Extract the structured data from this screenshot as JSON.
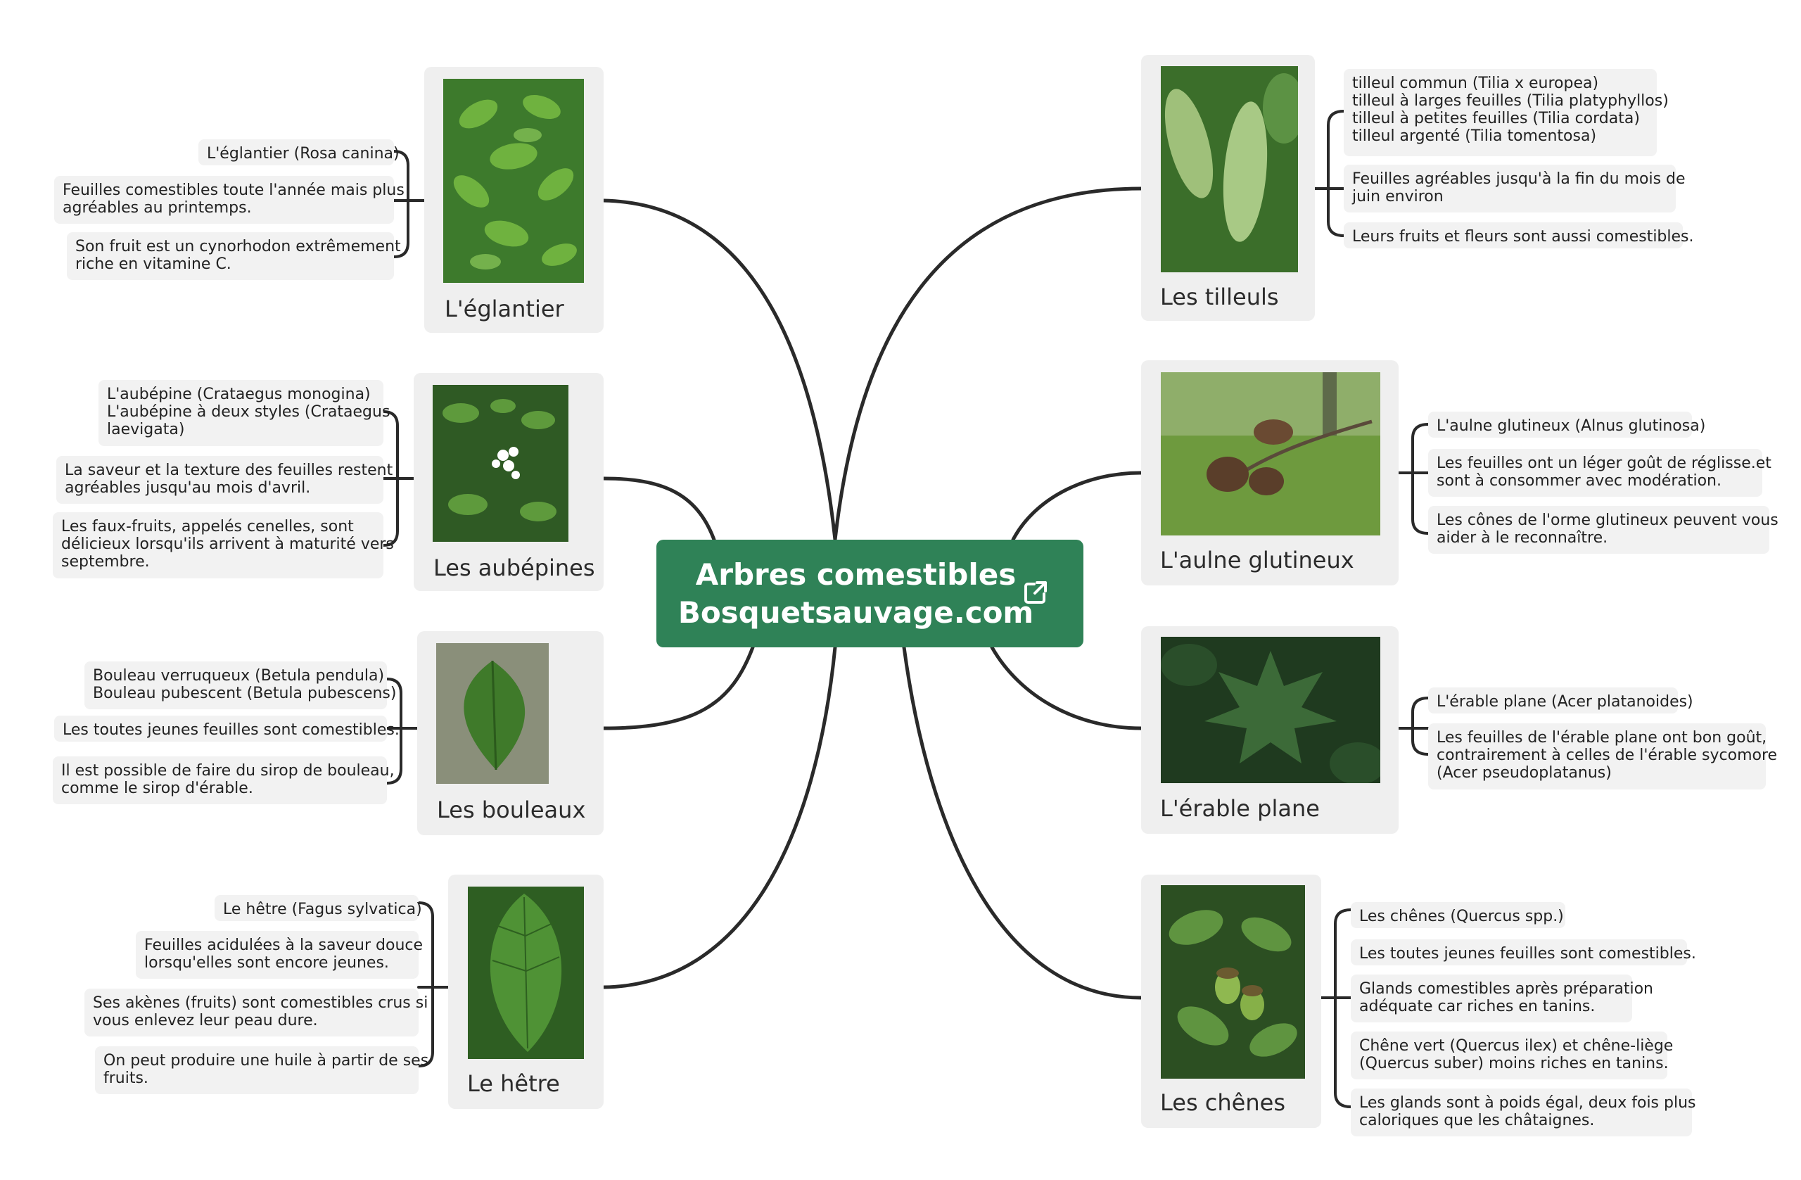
{
  "central": {
    "line1": "Arbres comestibles",
    "line2": "Bosquetsauvage.com",
    "icon": "external-link-icon",
    "color": "#2f8257"
  },
  "topics": {
    "eglantier": {
      "title": "L'églantier",
      "notes": [
        [
          "L'églantier (Rosa canina)"
        ],
        [
          "Feuilles comestibles toute l'année mais plus",
          "agréables au printemps."
        ],
        [
          "Son fruit est un cynorhodon extrêmement",
          "riche en vitamine C."
        ]
      ]
    },
    "aubepines": {
      "title": "Les aubépines",
      "notes": [
        [
          "L'aubépine (Crataegus monogina)",
          "L'aubépine à deux styles (Crataegus",
          "laevigata)"
        ],
        [
          "La saveur et la texture des feuilles restent",
          "agréables jusqu'au mois d'avril."
        ],
        [
          "Les faux-fruits, appelés cenelles, sont",
          "délicieux lorsqu'ils arrivent à maturité vers",
          "septembre."
        ]
      ]
    },
    "bouleaux": {
      "title": "Les bouleaux",
      "notes": [
        [
          "Bouleau verruqueux (Betula pendula)",
          "Bouleau pubescent (Betula pubescens)"
        ],
        [
          "Les toutes jeunes feuilles sont comestibles."
        ],
        [
          "Il est possible de faire du sirop de bouleau,",
          "comme le sirop d'érable."
        ]
      ]
    },
    "hetre": {
      "title": "Le hêtre",
      "notes": [
        [
          "Le hêtre (Fagus sylvatica)"
        ],
        [
          "Feuilles acidulées à la saveur douce",
          "lorsqu'elles sont encore jeunes."
        ],
        [
          "Ses akènes (fruits) sont comestibles crus si",
          "vous enlevez leur peau dure."
        ],
        [
          "On peut produire une huile à partir de ses",
          "fruits."
        ]
      ]
    },
    "tilleuls": {
      "title": "Les tilleuls",
      "notes": [
        [
          "tilleul commun (Tilia x europea)",
          "tilleul à larges feuilles (Tilia platyphyllos)",
          "tilleul à petites feuilles (Tilia cordata)",
          "tilleul argenté (Tilia tomentosa)"
        ],
        [
          "Feuilles agréables jusqu'à la fin du mois de",
          "juin environ"
        ],
        [
          "Leurs fruits et fleurs sont aussi comestibles."
        ]
      ]
    },
    "aulne": {
      "title": "L'aulne glutineux",
      "notes": [
        [
          "L'aulne glutineux (Alnus glutinosa)"
        ],
        [
          "Les feuilles ont un léger goût de réglisse.et",
          "sont à consommer avec modération."
        ],
        [
          "Les cônes de l'orme glutineux peuvent vous",
          "aider à le reconnaître."
        ]
      ]
    },
    "erable": {
      "title": "L'érable plane",
      "notes": [
        [
          "L'érable plane (Acer platanoides)"
        ],
        [
          "Les feuilles de l'érable plane ont bon goût,",
          "contrairement à celles de l'érable sycomore",
          "(Acer pseudoplatanus)"
        ]
      ]
    },
    "chenes": {
      "title": "Les chênes",
      "notes": [
        [
          "Les chênes (Quercus spp.)"
        ],
        [
          "Les toutes jeunes feuilles sont comestibles."
        ],
        [
          "Glands comestibles après préparation",
          "adéquate car riches en tanins."
        ],
        [
          "Chêne vert (Quercus ilex) et chêne-liège",
          "(Quercus suber) moins riches en tanins."
        ],
        [
          "Les glands sont à poids égal, deux fois plus",
          "caloriques que les châtaignes."
        ]
      ]
    }
  },
  "photos": {
    "eglantier": "rose-leaves-photo",
    "aubepines": "hawthorn-flowers-photo",
    "bouleaux": "birch-leaf-photo",
    "hetre": "beech-leaf-photo",
    "tilleuls": "linden-bracts-photo",
    "aulne": "alder-cones-photo",
    "erable": "maple-leaf-photo",
    "chenes": "oak-acorns-photo"
  }
}
